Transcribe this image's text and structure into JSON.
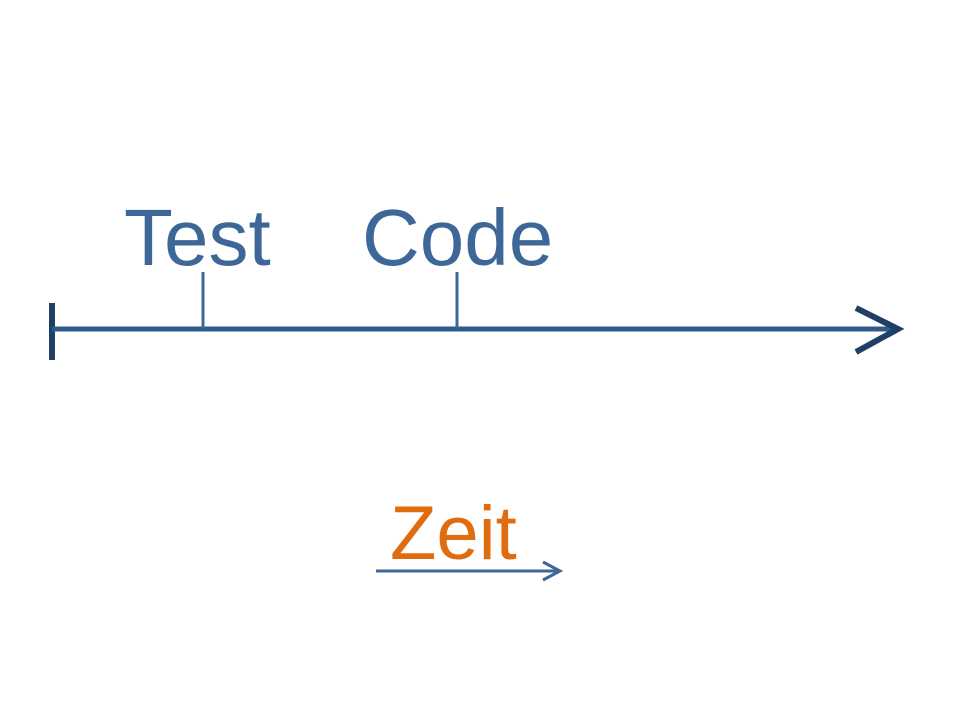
{
  "timeline": {
    "events": [
      {
        "label": "Test"
      },
      {
        "label": "Code"
      }
    ]
  },
  "caption": {
    "label": "Zeit"
  },
  "colors": {
    "axis": "#2f5a8a",
    "axis_ends": "#1f3f66",
    "event_text": "#3d6796",
    "caption_text": "#e06c10",
    "caption_arrow": "#3d6796",
    "background": "#ffffff"
  }
}
